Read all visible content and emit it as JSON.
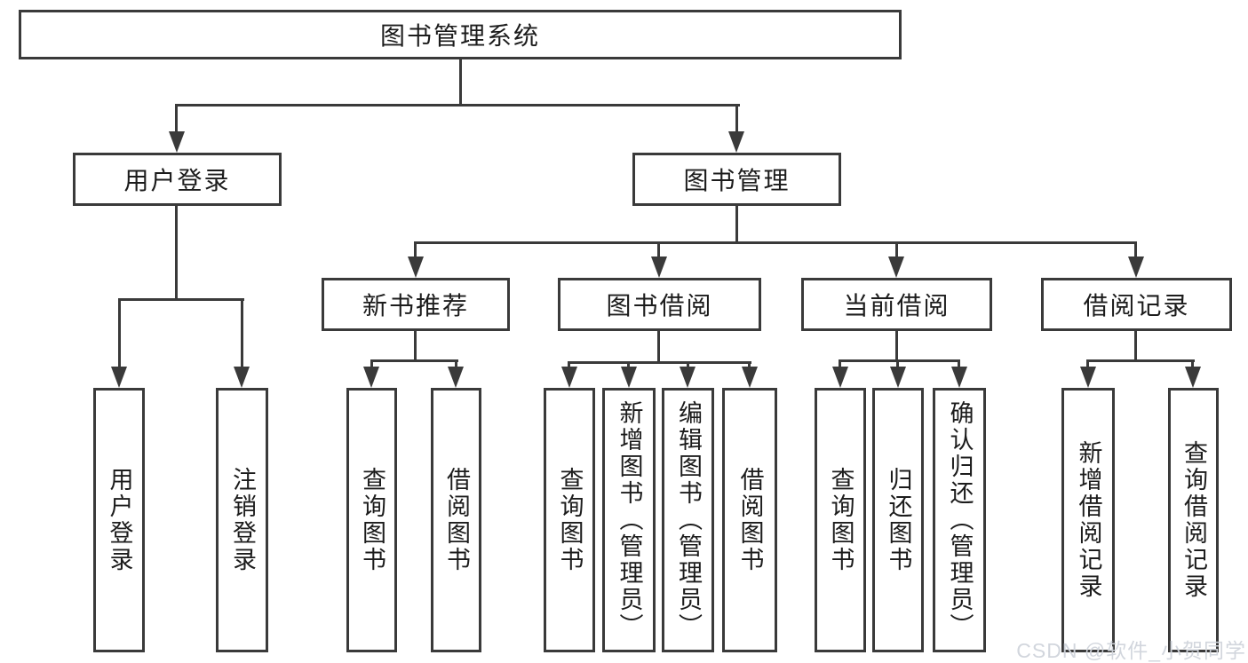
{
  "diagram": {
    "root": {
      "label": "图书管理系统"
    },
    "level2": [
      {
        "label": "用户登录"
      },
      {
        "label": "图书管理"
      }
    ],
    "level3": [
      {
        "label": "新书推荐"
      },
      {
        "label": "图书借阅"
      },
      {
        "label": "当前借阅"
      },
      {
        "label": "借阅记录"
      }
    ],
    "leaves": [
      {
        "label": "用户登录"
      },
      {
        "label": "注销登录"
      },
      {
        "label": "查询图书"
      },
      {
        "label": "借阅图书"
      },
      {
        "label": "查询图书"
      },
      {
        "label": "新增图书（管理员）"
      },
      {
        "label": "编辑图书（管理员）"
      },
      {
        "label": "借阅图书"
      },
      {
        "label": "查询图书"
      },
      {
        "label": "归还图书"
      },
      {
        "label": "确认归还（管理员）"
      },
      {
        "label": "新增借阅记录"
      },
      {
        "label": "查询借阅记录"
      }
    ]
  },
  "watermark": {
    "text": "CSDN @软件_小贺同学"
  },
  "colors": {
    "line": "#3a3a3a",
    "text": "#1c1c1c",
    "watermark": "#d0d4db",
    "background": "#ffffff"
  }
}
